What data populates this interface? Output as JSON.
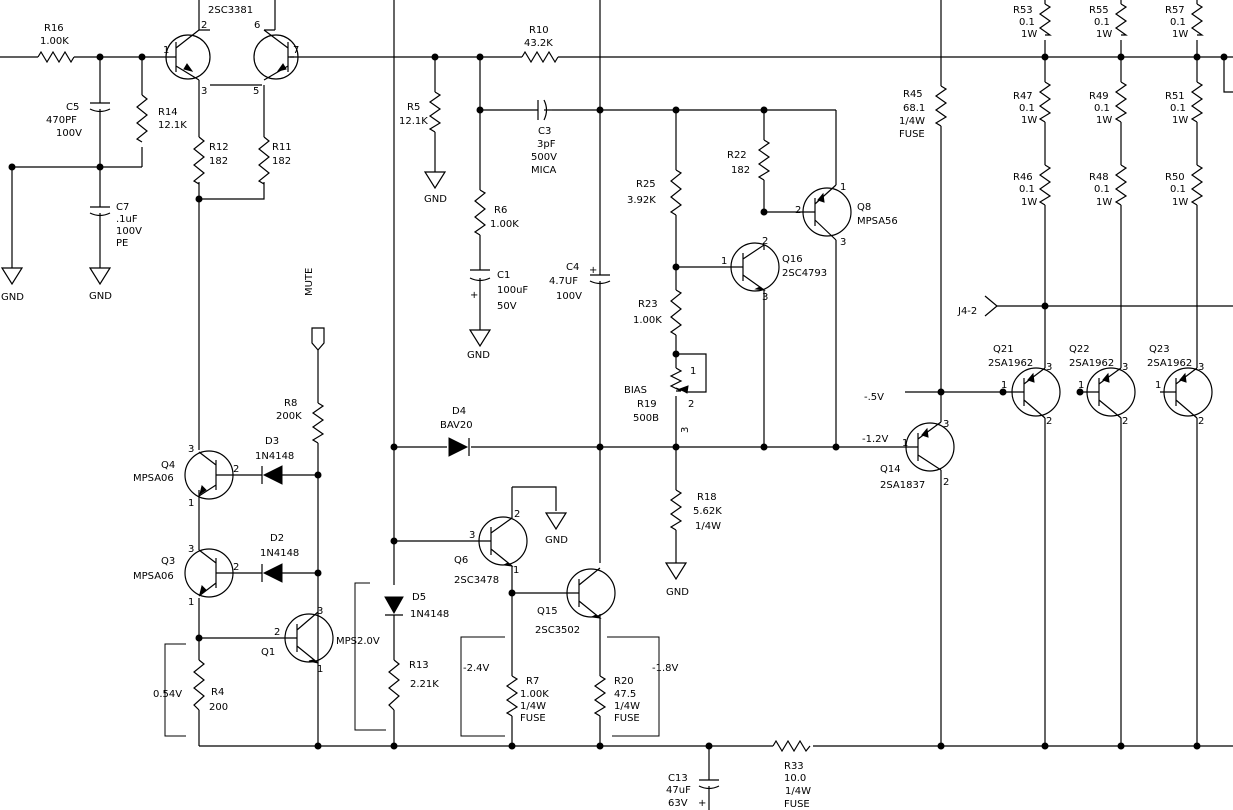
{
  "resistors": {
    "R16": {
      "name": "R16",
      "value": "1.00K"
    },
    "R14": {
      "name": "R14",
      "value": "12.1K"
    },
    "R12": {
      "name": "R12",
      "value": "182"
    },
    "R11": {
      "name": "R11",
      "value": "182"
    },
    "R5": {
      "name": "R5",
      "value": "12.1K"
    },
    "R10": {
      "name": "R10",
      "value": "43.2K"
    },
    "R6": {
      "name": "R6",
      "value": "1.00K"
    },
    "R25": {
      "name": "R25",
      "value": "3.92K"
    },
    "R22": {
      "name": "R22",
      "value": "182"
    },
    "R23": {
      "name": "R23",
      "value": "1.00K"
    },
    "R19": {
      "name": "R19",
      "value": "500B"
    },
    "R18": {
      "name": "R18",
      "value": "5.62K",
      "rating": "1/4W"
    },
    "R8": {
      "name": "R8",
      "value": "200K"
    },
    "R13": {
      "name": "R13",
      "value": "2.21K"
    },
    "R4": {
      "name": "R4",
      "value": "200"
    },
    "R7": {
      "name": "R7",
      "value": "1.00K",
      "rating": "1/4W",
      "note": "FUSE"
    },
    "R20": {
      "name": "R20",
      "value": "47.5",
      "rating": "1/4W",
      "note": "FUSE"
    },
    "R33": {
      "name": "R33",
      "value": "10.0",
      "rating": "1/4W",
      "note": "FUSE"
    },
    "R45": {
      "name": "R45",
      "value": "68.1",
      "rating": "1/4W",
      "note": "FUSE"
    },
    "R53": {
      "name": "R53",
      "value": "0.1",
      "rating": "1W"
    },
    "R55": {
      "name": "R55",
      "value": "0.1",
      "rating": "1W"
    },
    "R57": {
      "name": "R57",
      "value": "0.1",
      "rating": "1W"
    },
    "R47": {
      "name": "R47",
      "value": "0.1",
      "rating": "1W"
    },
    "R49": {
      "name": "R49",
      "value": "0.1",
      "rating": "1W"
    },
    "R51": {
      "name": "R51",
      "value": "0.1",
      "rating": "1W"
    },
    "R46": {
      "name": "R46",
      "value": "0.1",
      "rating": "1W"
    },
    "R48": {
      "name": "R48",
      "value": "0.1",
      "rating": "1W"
    },
    "R50": {
      "name": "R50",
      "value": "0.1",
      "rating": "1W"
    }
  },
  "capacitors": {
    "C5": {
      "name": "C5",
      "value": "470PF",
      "rating": "100V"
    },
    "C7": {
      "name": "C7",
      "value": ".1uF",
      "rating": "100V",
      "note": "PE"
    },
    "C3": {
      "name": "C3",
      "value": "3pF",
      "rating": "500V",
      "note": "MICA"
    },
    "C1": {
      "name": "C1",
      "value": "100uF",
      "rating": "50V"
    },
    "C4": {
      "name": "C4",
      "value": "4.7UF",
      "rating": "100V"
    },
    "C13": {
      "name": "C13",
      "value": "47uF",
      "rating": "63V"
    }
  },
  "transistors": {
    "dual": {
      "part": "2SC3381"
    },
    "Q4": {
      "name": "Q4",
      "part": "MPSA06"
    },
    "Q3": {
      "name": "Q3",
      "part": "MPSA06"
    },
    "Q1": {
      "name": "Q1",
      "part": "MPS2.0V"
    },
    "Q6": {
      "name": "Q6",
      "part": "2SC3478"
    },
    "Q15": {
      "name": "Q15",
      "part": "2SC3502"
    },
    "Q16": {
      "name": "Q16",
      "part": "2SC4793"
    },
    "Q8": {
      "name": "Q8",
      "part": "MPSA56"
    },
    "Q14": {
      "name": "Q14",
      "part": "2SA1837"
    },
    "Q21": {
      "name": "Q21",
      "part": "2SA1962"
    },
    "Q22": {
      "name": "Q22",
      "part": "2SA1962"
    },
    "Q23": {
      "name": "Q23",
      "part": "2SA1962"
    }
  },
  "diodes": {
    "D3": {
      "name": "D3",
      "part": "1N4148"
    },
    "D2": {
      "name": "D2",
      "part": "1N4148"
    },
    "D4": {
      "name": "D4",
      "part": "BAV20"
    },
    "D5": {
      "name": "D5",
      "part": "1N4148"
    }
  },
  "labels": {
    "gnd": "GND",
    "mute": "MUTE",
    "bias": "BIAS",
    "connector": "J4-2"
  },
  "voltages": {
    "v054": "0.54V",
    "vm24": "-2.4V",
    "vm18": "-1.8V",
    "vm5": "-.5V",
    "vm12": "-1.2V"
  },
  "pins": {
    "p1": "1",
    "p2": "2",
    "p3": "3",
    "p5": "5",
    "p6": "6",
    "p7": "7"
  }
}
